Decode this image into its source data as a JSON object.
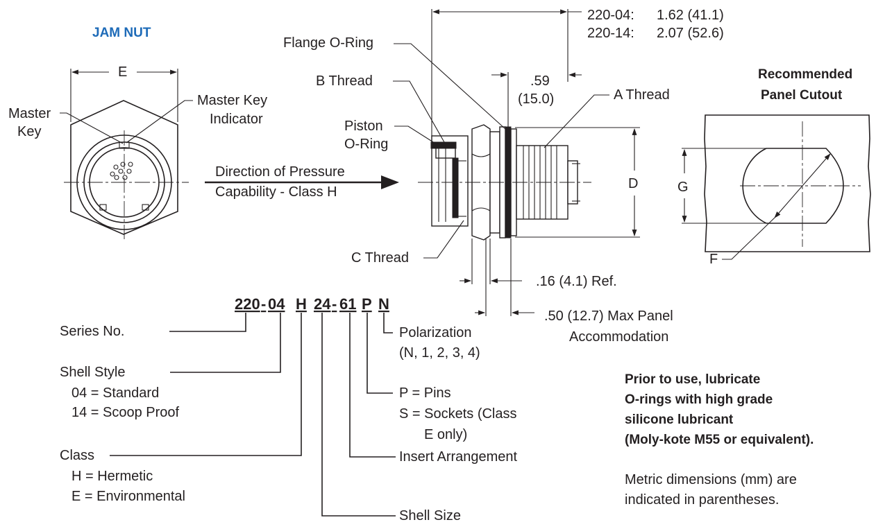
{
  "jam_nut": {
    "title": "JAM NUT",
    "e": "E",
    "master_key": [
      "Master",
      "Key"
    ],
    "master_key_indicator": [
      "Master Key",
      "Indicator"
    ]
  },
  "pressure": {
    "line1": "Direction of Pressure",
    "line2": "Capability - Class H"
  },
  "side_view": {
    "flange_oring": "Flange O-Ring",
    "b_thread": "B Thread",
    "piston_oring": [
      "Piston",
      "O-Ring"
    ],
    "a_thread": "A Thread",
    "c_thread": "C Thread",
    "d": "D",
    "len_220_04_code": "220-04:",
    "len_220_04_val": "1.62 (41.1)",
    "len_220_14_code": "220-14:",
    "len_220_14_val": "2.07 (52.6)",
    "dim_59": [
      ".59",
      "(15.0)"
    ],
    "dim_16": ".16 (4.1) Ref.",
    "dim_50": [
      ".50 (12.7) Max Panel",
      "Accommodation"
    ]
  },
  "panel": {
    "title": [
      "Recommended",
      "Panel Cutout"
    ],
    "g": "G",
    "f": "F"
  },
  "part_number": {
    "segments": [
      "220",
      "04",
      "H",
      "24",
      "61",
      "P",
      "N"
    ],
    "separators": [
      "-",
      "",
      "",
      "-",
      "",
      ""
    ]
  },
  "legend": {
    "series": "Series No.",
    "shell_style": "Shell Style",
    "shell_style_options": [
      "04 = Standard",
      "14 = Scoop Proof"
    ],
    "class": "Class",
    "class_options": [
      "H = Hermetic",
      "E = Environmental"
    ],
    "shell_size": "Shell Size",
    "insert": "Insert Arrangement",
    "contacts": [
      "P = Pins",
      "S = Sockets (Class",
      "E only)"
    ],
    "polarization": [
      "Polarization",
      "(N, 1, 2, 3, 4)"
    ]
  },
  "notes": {
    "lubricate": [
      "Prior to use, lubricate",
      "O-rings with high grade",
      "silicone lubricant",
      "(Moly-kote M55 or equivalent)."
    ],
    "metric": [
      "Metric dimensions (mm) are",
      "indicated in parentheses."
    ]
  }
}
